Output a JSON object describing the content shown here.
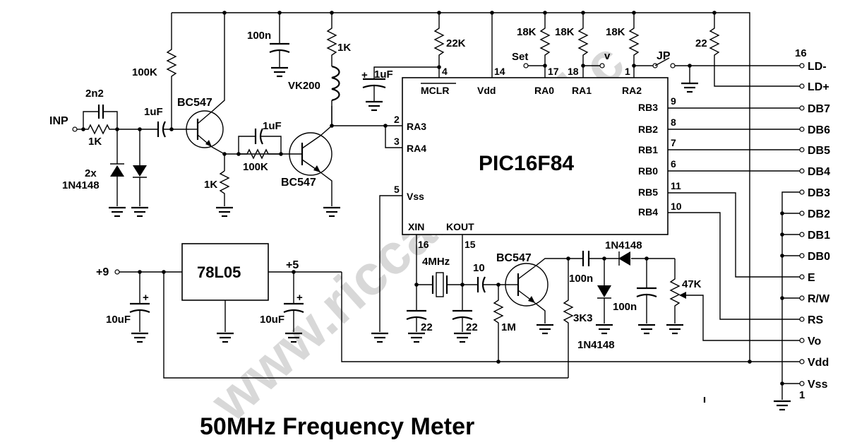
{
  "title": "50MHz Frequency Meter",
  "watermark": "www.riccardarejul.c",
  "ic": {
    "name": "PIC16F84"
  },
  "regulator": {
    "name": "78L05"
  },
  "pins": {
    "p2": "2",
    "p3": "3",
    "p4": "4",
    "p5": "5",
    "p14": "14",
    "p17": "17",
    "p18": "18",
    "p1": "1",
    "p9": "9",
    "p8": "8",
    "p7": "7",
    "p6": "6",
    "p11": "11",
    "p10": "10",
    "p16": "16",
    "p15": "15",
    "lcd16": "16",
    "lcd1": "1"
  },
  "pin_names": {
    "ra3": "RA3",
    "ra4": "RA4",
    "vss": "Vss",
    "mclr": "MCLR",
    "vdd": "Vdd",
    "ra0": "RA0",
    "ra1": "RA1",
    "ra2": "RA2",
    "rb3": "RB3",
    "rb2": "RB2",
    "rb1": "RB1",
    "rb0": "RB0",
    "rb5": "RB5",
    "rb4": "RB4",
    "xin": "XIN",
    "xout": "KOUT"
  },
  "components": {
    "inp": "INP",
    "c_2n2": "2n2",
    "r_1k_in": "1K",
    "diodes_count": "2x",
    "diodes_in": "1N4148",
    "c_1uf_in": "1uF",
    "r_100k_bias": "100K",
    "q1": "BC547",
    "r_1k_emitter": "1K",
    "c_1uf_mid": "1uF",
    "r_100k_mid": "100K",
    "q2": "BC547",
    "c_100n_top": "100n",
    "r_1k_col": "1K",
    "coil": "VK200",
    "c_1uf_mclr": "1uF",
    "cap_plus": "+",
    "r_22k": "22K",
    "r_18k_a": "18K",
    "r_18k_b": "18K",
    "r_18k_c": "18K",
    "r_22": "22",
    "set": "Set",
    "switch_v": "v",
    "jp": "JP",
    "xtal": "4MHz",
    "c_22_a": "22",
    "c_22_b": "22",
    "c_10": "10",
    "r_1m": "1M",
    "q3": "BC547",
    "c_100n_out": "100n",
    "r_3k3": "3K3",
    "d_top": "1N4148",
    "d_bottom": "1N4148",
    "c_100n_b": "100n",
    "pot_47k": "47K",
    "v9": "+9",
    "c_10uf_a": "10uF",
    "v5": "+5",
    "c_10uf_b": "10uF"
  },
  "lcd_pins": [
    "LD-",
    "LD+",
    "DB7",
    "DB6",
    "DB5",
    "DB4",
    "DB3",
    "DB2",
    "DB1",
    "DB0",
    "E",
    "R/W",
    "RS",
    "Vo",
    "Vdd",
    "Vss"
  ]
}
